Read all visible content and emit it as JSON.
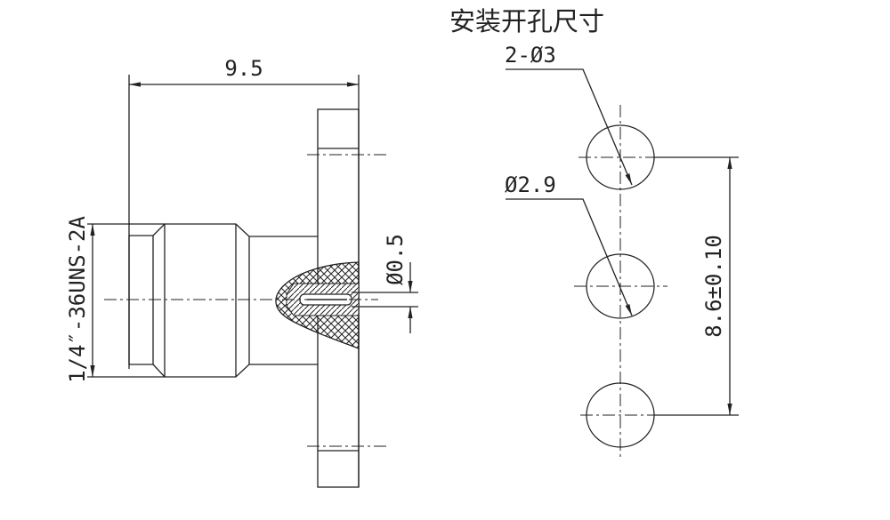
{
  "title": "安装开孔尺寸",
  "side_view": {
    "length_dim": "9.5",
    "thread_dim": "1/4″-36UNS-2A",
    "pin_dim": "Ø0.5"
  },
  "mounting_holes": {
    "hole_count_dim": "2-Ø3",
    "center_hole_dim": "Ø2.9",
    "spacing_dim": "8.6±0.10"
  }
}
